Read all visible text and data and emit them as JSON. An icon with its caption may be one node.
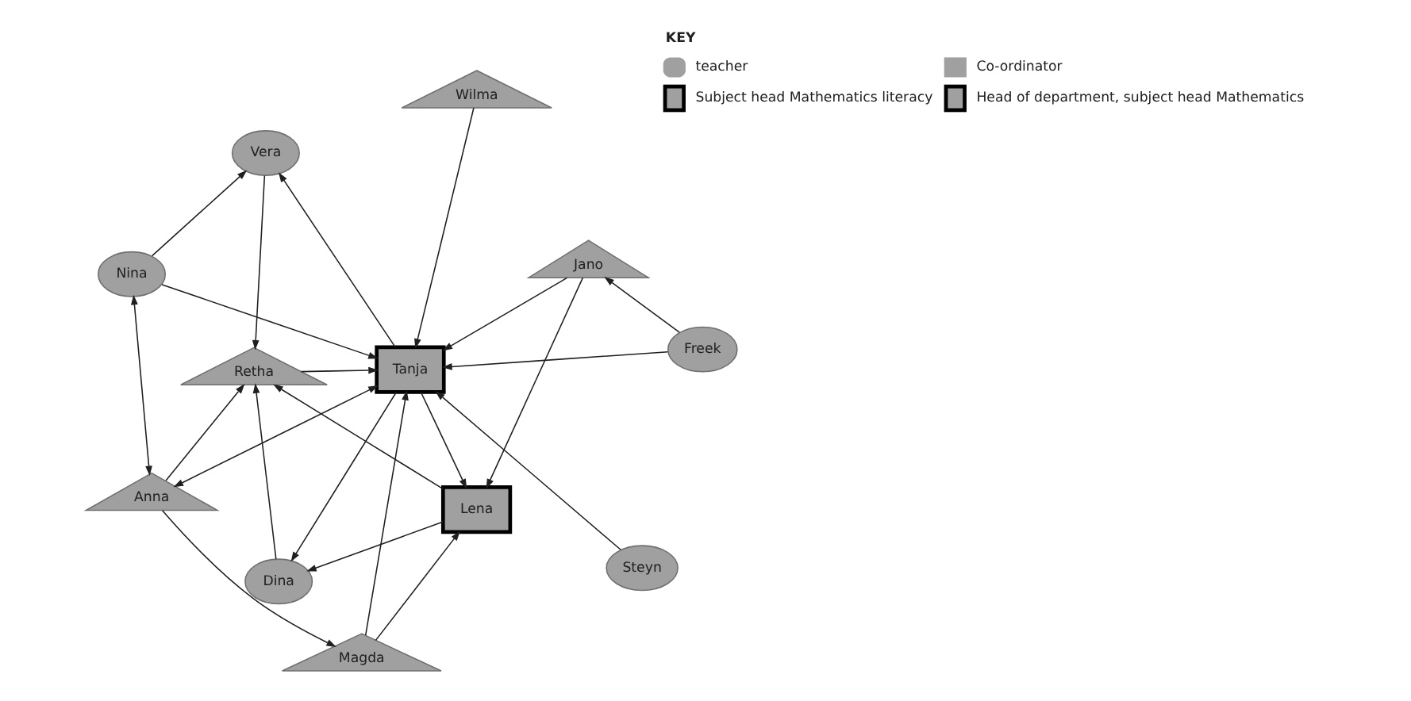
{
  "diagram": {
    "nodes": [
      {
        "text": [
          "Nina"
        ]
      },
      {
        "text": [
          "Vera"
        ]
      },
      {
        "text": [
          "Steyn"
        ]
      },
      {
        "text": [
          "Wilma"
        ]
      },
      {
        "text": [
          "Tanja"
        ]
      },
      {
        "text": [
          "Jano"
        ]
      },
      {
        "text": [
          "Dina"
        ]
      },
      {
        "text": [
          "Freek"
        ]
      },
      {
        "text": [
          "Lena"
        ]
      },
      {
        "text": [
          "Magda"
        ]
      },
      {
        "text": [
          "Retha"
        ]
      },
      {
        "text": [
          "Anna"
        ]
      }
    ],
    "edges": [
      {
        "from": 0,
        "to": 1,
        "arrow": "to"
      },
      {
        "from": 0,
        "to": 4,
        "arrow": "to"
      },
      {
        "from": 11,
        "to": 0,
        "arrow": "both"
      },
      {
        "from": 3,
        "to": 4,
        "arrow": "to"
      },
      {
        "from": 2,
        "to": 4,
        "arrow": "to"
      },
      {
        "from": 4,
        "to": 1,
        "arrow": "to"
      },
      {
        "from": 1,
        "to": 10,
        "arrow": "to"
      },
      {
        "from": 10,
        "to": 4,
        "arrow": "to"
      },
      {
        "from": 4,
        "to": 6,
        "arrow": "to"
      },
      {
        "from": 4,
        "to": 8,
        "arrow": "to"
      },
      {
        "from": 5,
        "to": 4,
        "arrow": "to"
      },
      {
        "from": 5,
        "to": 8,
        "arrow": "to"
      },
      {
        "from": 7,
        "to": 4,
        "arrow": "to"
      },
      {
        "from": 7,
        "to": 5,
        "arrow": "to"
      },
      {
        "from": 8,
        "to": 6,
        "arrow": "to"
      },
      {
        "from": 6,
        "to": 10,
        "arrow": "to"
      },
      {
        "from": 8,
        "to": 10,
        "arrow": "to"
      },
      {
        "from": 9,
        "to": 4,
        "arrow": "to"
      },
      {
        "from": 9,
        "to": 8,
        "arrow": "to"
      },
      {
        "from": 11,
        "to": 4,
        "arrow": "both"
      },
      {
        "from": 11,
        "to": 9,
        "arrow": "to"
      },
      {
        "from": 11,
        "to": 10,
        "arrow": "to"
      }
    ],
    "labels": [
      "KEY"
    ],
    "legend": [
      {
        "text": "teacher"
      },
      {
        "text": "Co-ordinator"
      },
      {
        "text": "Subject head Mathematics literacy"
      },
      {
        "text": "Head of department, subject head Mathematics"
      }
    ]
  }
}
